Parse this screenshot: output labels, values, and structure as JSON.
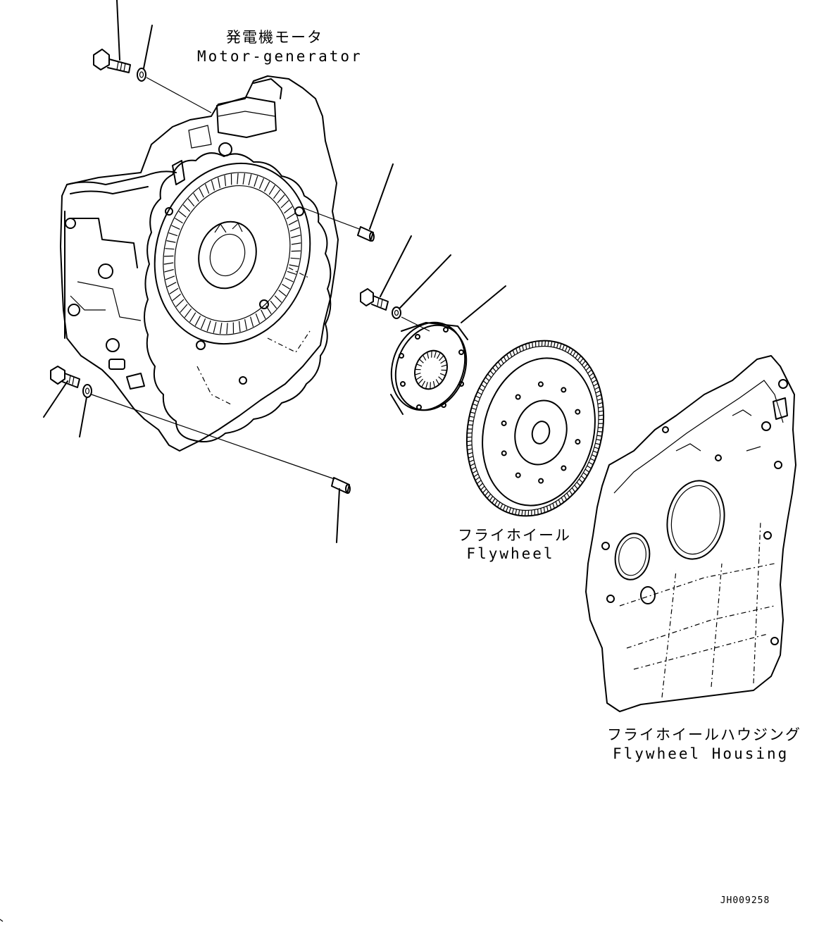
{
  "labels": {
    "motor_generator_jp": "発電機モータ",
    "motor_generator_en": "Motor-generator",
    "flywheel_jp": "フライホイール",
    "flywheel_en": "Flywheel",
    "flywheel_housing_jp": "フライホイールハウジング",
    "flywheel_housing_en": "Flywheel Housing",
    "drawing_number": "JH009258"
  }
}
